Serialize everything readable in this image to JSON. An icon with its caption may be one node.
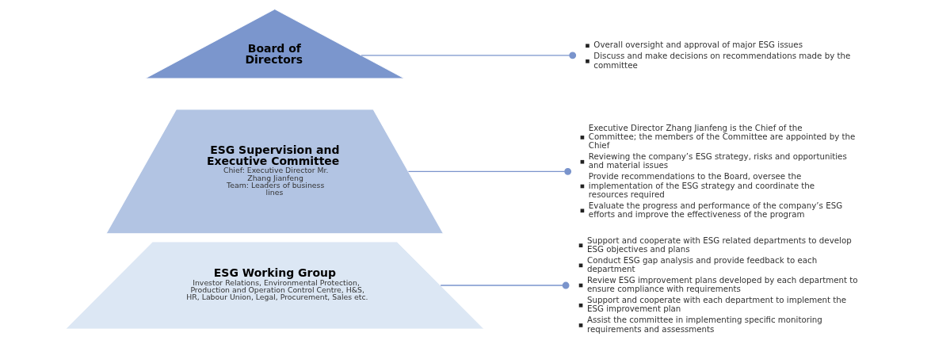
{
  "diagram": {
    "nodes": [
      {
        "text": [
          "Board of Directors"
        ]
      },
      {
        "text": [
          "ESG Supervision and Executive Committee",
          "Chief: Executive Director Mr. Zhang Jianfeng",
          "Team: Leaders of business lines"
        ]
      },
      {
        "text": [
          "ESG Working Group",
          "Investor Relations, Environmental Protection, Production and Operation Control Centre, H&S, HR, Labour Union, Legal, Procurement, Sales etc."
        ]
      },
      {
        "text": [
          "Overall oversight and approval of major ESG issues",
          "Discuss and make decisions on recommendations made by the committee"
        ]
      },
      {
        "text": [
          "Executive Director Zhang Jianfeng is the Chief of the Committee; the members of the Committee are appointed by the Chief",
          "Reviewing the company’s ESG strategy, risks and opportunities and material issues",
          "Provide recommendations to the Board, oversee the implementation of the ESG strategy and coordinate the resources required",
          "Evaluate the progress and performance of the company’s ESG efforts and improve the effectiveness of the program"
        ]
      },
      {
        "text": [
          "Support and cooperate with ESG related departments to develop ESG objectives and plans",
          "Conduct ESG gap analysis and provide feedback to each department",
          "Review ESG improvement plans developed by each department to ensure compliance with requirements",
          "Support and cooperate with each department to implement the ESG improvement plan",
          "Assist the committee in implementing specific monitoring requirements and assessments"
        ]
      }
    ],
    "edges": [
      {
        "from": 0,
        "to": 3,
        "arrow": "other"
      },
      {
        "from": 1,
        "to": 4,
        "arrow": "other"
      },
      {
        "from": 2,
        "to": 5,
        "arrow": "other"
      }
    ]
  }
}
